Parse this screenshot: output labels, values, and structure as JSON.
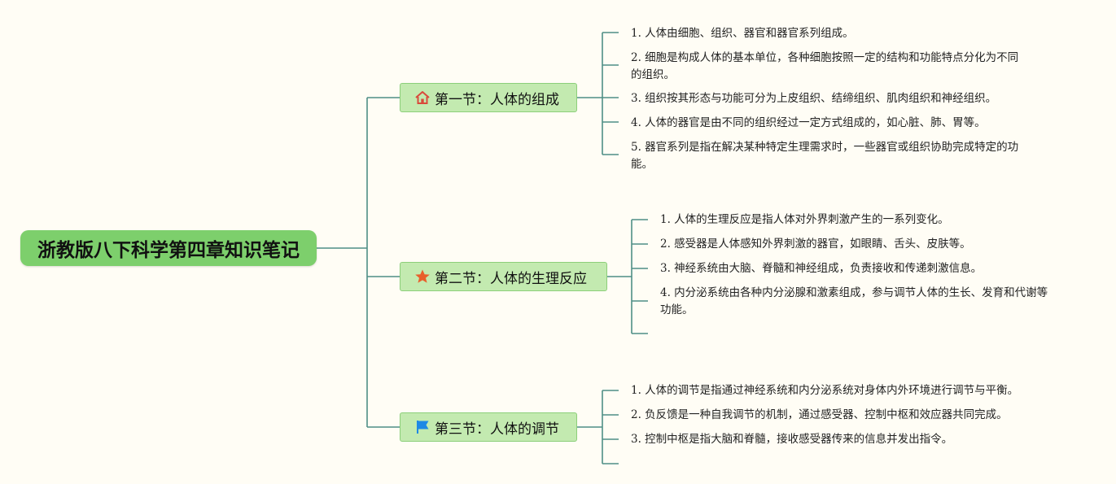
{
  "root": {
    "title": "浙教版八下科学第四章知识笔记"
  },
  "sections": [
    {
      "title": "第一节：人体的组成",
      "icon": "home-icon",
      "items": [
        [
          "1. 人体由细胞、组织、器官和器官系列组成。"
        ],
        [
          "2. 细胞是构成人体的基本单位，各种细胞按照一定的结构和功能特点分化为不同",
          "的组织。"
        ],
        [
          "3. 组织按其形态与功能可分为上皮组织、结缔组织、肌肉组织和神经组织。"
        ],
        [
          "4. 人体的器官是由不同的组织经过一定方式组成的，如心脏、肺、胃等。"
        ],
        [
          "5. 器官系列是指在解决某种特定生理需求时，一些器官或组织协助完成特定的功",
          "能。"
        ]
      ]
    },
    {
      "title": "第二节：人体的生理反应",
      "icon": "star-icon",
      "items": [
        [
          "1. 人体的生理反应是指人体对外界刺激产生的一系列变化。"
        ],
        [
          "2. 感受器是人体感知外界刺激的器官，如眼睛、舌头、皮肤等。"
        ],
        [
          "3. 神经系统由大脑、脊髓和神经组成，负责接收和传递刺激信息。"
        ],
        [
          "4. 内分泌系统由各种内分泌腺和激素组成，参与调节人体的生长、发育和代谢等",
          "功能。"
        ],
        [
          ""
        ]
      ]
    },
    {
      "title": "第三节：人体的调节",
      "icon": "flag-icon",
      "items": [
        [
          "1. 人体的调节是指通过神经系统和内分泌系统对身体内外环境进行调节与平衡。"
        ],
        [
          "2. 负反馈是一种自我调节的机制，通过感受器、控制中枢和效应器共同完成。"
        ],
        [
          "3. 控制中枢是指大脑和脊髓，接收感受器传来的信息并发出指令。"
        ],
        [
          ""
        ]
      ]
    }
  ],
  "colors": {
    "background": "#fffdf5",
    "root_fill": "#7dcf6c",
    "section_fill": "#c3eab0",
    "section_border": "#8ccf7a",
    "connector": "#4f8f86",
    "home_icon": "#d9493b",
    "star_icon": "#e8602c",
    "flag_icon": "#1e88e5"
  }
}
